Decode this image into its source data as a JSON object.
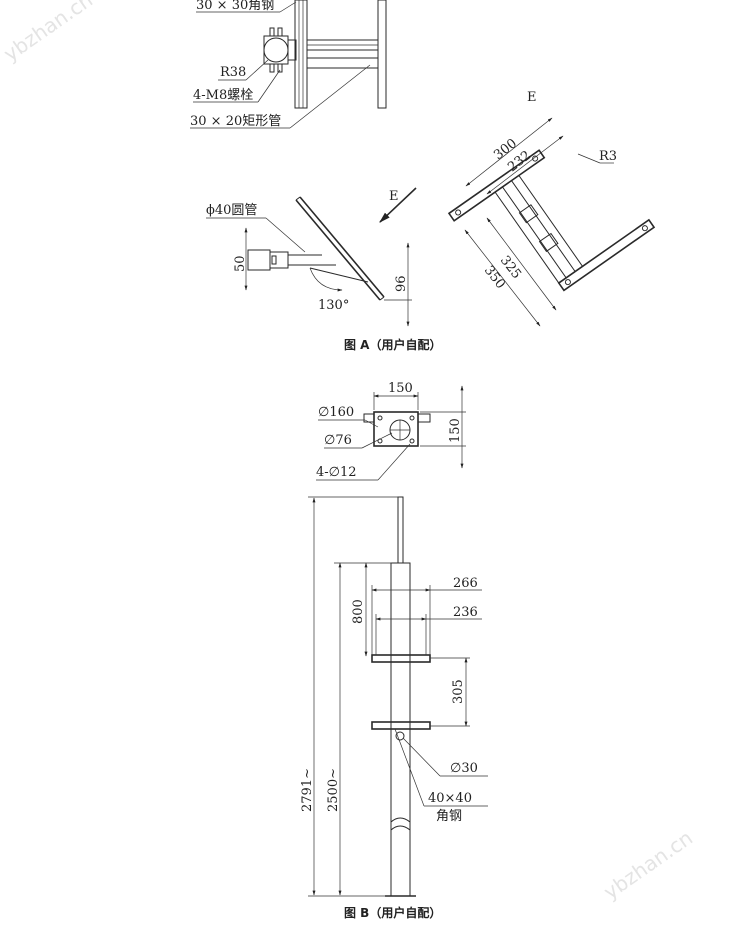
{
  "watermarks": [
    "ybzhan.cn",
    "ybzhan.cn"
  ],
  "figure_a": {
    "caption": "图 A（用户自配）",
    "labels": {
      "angle_steel_top": "30 × 30角钢",
      "r38": "R38",
      "bolts": "4-M8螺栓",
      "rect_tube": "30 × 20矩形管",
      "e_view": "E",
      "e_arrow": "E",
      "round_tube": "ϕ40圆管",
      "dim_50": "50",
      "dim_96": "96",
      "angle_130": "130°",
      "dim_300": "300",
      "dim_232": "232",
      "r3": "R3",
      "dim_325": "325",
      "dim_350": "350"
    }
  },
  "figure_b": {
    "caption": "图 B（用户自配）",
    "labels": {
      "dim_150_top": "150",
      "d160": "∅160",
      "d76": "∅76",
      "dim_150_side": "150",
      "holes": "4-∅12",
      "dim_266": "266",
      "dim_236": "236",
      "dim_800": "800",
      "dim_305": "305",
      "d30": "∅30",
      "angle_40": "40×40",
      "angle_40_sub": "角钢",
      "dim_2791": "2791~",
      "dim_2500": "2500~"
    }
  }
}
